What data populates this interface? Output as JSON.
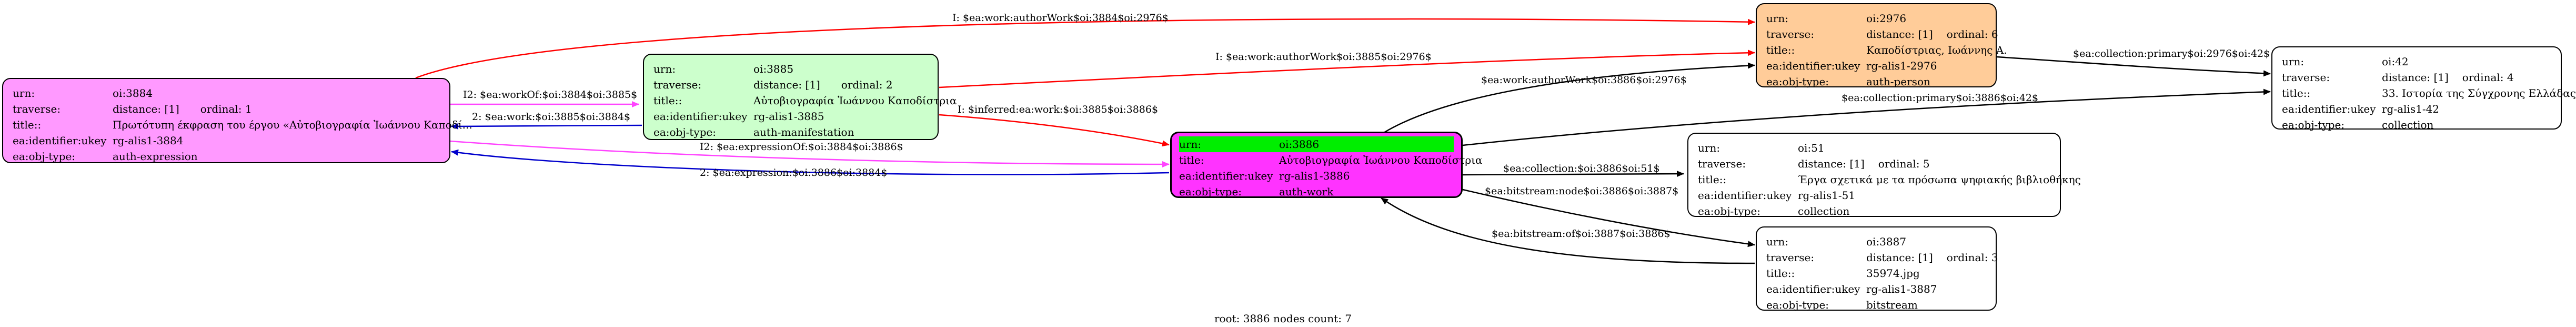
{
  "colors": {
    "auth_expression_fill": "#ff99ff",
    "auth_manifestation_fill": "#ccffcc",
    "auth_person_fill": "#ffcc99",
    "collection_fill": "#ffffff",
    "bitstream_fill": "#ffffff",
    "root_fill": "#ff33ff",
    "root_header_fill": "#00ee00",
    "edge_red": "#ff0000",
    "edge_black": "#000000",
    "edge_blue": "#0000cc",
    "edge_magenta": "#ff44ff"
  },
  "nodes": {
    "oi3884": {
      "urn_key": "urn:",
      "urn": "oi:3884",
      "traverse_key": "traverse:",
      "traverse": "distance: [1]",
      "ordinal": "ordinal: 1",
      "title_key": "title::",
      "title": "Πρωτότυπη έκφραση του έργου «Αὐτοβιογραφία Ἰωάννου Καποδί...",
      "ukey_key": "ea:identifier:ukey",
      "ukey": "rg-alis1-3884",
      "type_key": "ea:obj-type:",
      "type": "auth-expression"
    },
    "oi3885": {
      "urn_key": "urn:",
      "urn": "oi:3885",
      "traverse_key": "traverse:",
      "traverse": "distance: [1]",
      "ordinal": "ordinal: 2",
      "title_key": "title::",
      "title": "Αὐτοβιογραφία Ἰωάννου Καποδίστρια",
      "ukey_key": "ea:identifier:ukey",
      "ukey": "rg-alis1-3885",
      "type_key": "ea:obj-type:",
      "type": "auth-manifestation"
    },
    "oi2976": {
      "urn_key": "urn:",
      "urn": "oi:2976",
      "traverse_key": "traverse:",
      "traverse": "distance: [1]",
      "ordinal": "ordinal: 6",
      "title_key": "title::",
      "title": "Καποδίστριας, Ιωάννης Α.",
      "ukey_key": "ea:identifier:ukey",
      "ukey": "rg-alis1-2976",
      "type_key": "ea:obj-type:",
      "type": "auth-person"
    },
    "oi42": {
      "urn_key": "urn:",
      "urn": "oi:42",
      "traverse_key": "traverse:",
      "traverse": "distance: [1]",
      "ordinal": "ordinal: 4",
      "title_key": "title::",
      "title": "33. Ιστορία της Σύγχρονης Ελλάδας",
      "ukey_key": "ea:identifier:ukey",
      "ukey": "rg-alis1-42",
      "type_key": "ea:obj-type:",
      "type": "collection"
    },
    "oi3886": {
      "urn_key": "urn:",
      "urn": "oi:3886",
      "title_key": "title:",
      "title": "Αὐτοβιογραφία Ἰωάννου Καποδίστρια",
      "ukey_key": "ea:identifier:ukey",
      "ukey": "rg-alis1-3886",
      "type_key": "ea:obj-type:",
      "type": "auth-work"
    },
    "oi51": {
      "urn_key": "urn:",
      "urn": "oi:51",
      "traverse_key": "traverse:",
      "traverse": "distance: [1]",
      "ordinal": "ordinal: 5",
      "title_key": "title::",
      "title": "Έργα σχετικά με τα πρόσωπα ψηφιακής βιβλιοθήκης",
      "ukey_key": "ea:identifier:ukey",
      "ukey": "rg-alis1-51",
      "type_key": "ea:obj-type:",
      "type": "collection"
    },
    "oi3887": {
      "urn_key": "urn:",
      "urn": "oi:3887",
      "traverse_key": "traverse:",
      "traverse": "distance: [1]",
      "ordinal": "ordinal: 3",
      "title_key": "title::",
      "title": "35974.jpg",
      "ukey_key": "ea:identifier:ukey",
      "ukey": "rg-alis1-3887",
      "type_key": "ea:obj-type:",
      "type": "bitstream"
    }
  },
  "edges": {
    "e1": "I: $ea:work:authorWork$oi:3884$oi:2976$",
    "e2": "I: $ea:work:authorWork$oi:3885$oi:2976$",
    "e3": "I2: $ea:workOf:$oi:3884$oi:3885$",
    "e4": "2: $ea:work:$oi:3885$oi:3884$",
    "e5": "I: $inferred:ea:work:$oi:3885$oi:3886$",
    "e6": "I2: $ea:expressionOf:$oi:3884$oi:3886$",
    "e7": "2: $ea:expression:$oi:3886$oi:3884$",
    "e8": "$ea:work:authorWork$oi:3886$oi:2976$",
    "e9": "$ea:collection:primary$oi:2976$oi:42$",
    "e10": "$ea:collection:primary$oi:3886$oi:42$",
    "e11": "$ea:collection:$oi:3886$oi:51$",
    "e12": "$ea:bitstream:node$oi:3886$oi:3887$",
    "e13": "$ea:bitstream:of$oi:3887$oi:3886$"
  },
  "footer": "root: 3886 nodes count: 7"
}
